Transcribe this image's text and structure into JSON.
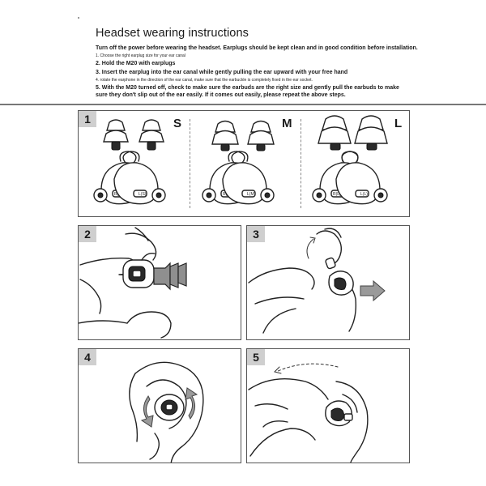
{
  "document": {
    "title": "Headset wearing instructions",
    "intro": "Turn off the power before wearing the headset. Earplugs should be kept clean and in good condition before installation.",
    "steps": [
      "1. Choose the right earplug size for your ear canal",
      "2. Hold the M20 with earplugs",
      "3. Insert the earplug into the ear canal while gently pulling the ear upward with your free hand",
      "4. rotate the earphone in the direction of the ear canal, make sure that the earbuckle is completely fixed in the ear socket.",
      "5. With the M20 turned off, check to make sure the earbuds are the right size and gently pull the earbuds to make sure they don't slip out of the ear easily. If it comes out easily, please repeat the above steps."
    ]
  },
  "panels": {
    "p1": {
      "number": "1",
      "sizes": [
        "S",
        "M",
        "L"
      ],
      "earbud_labels": [
        "R(S)",
        "L(S)",
        "R(M)",
        "L(M)",
        "R(L)",
        "L(L)"
      ]
    },
    "p2": {
      "number": "2"
    },
    "p3": {
      "number": "3"
    },
    "p4": {
      "number": "4"
    },
    "p5": {
      "number": "5"
    }
  }
}
